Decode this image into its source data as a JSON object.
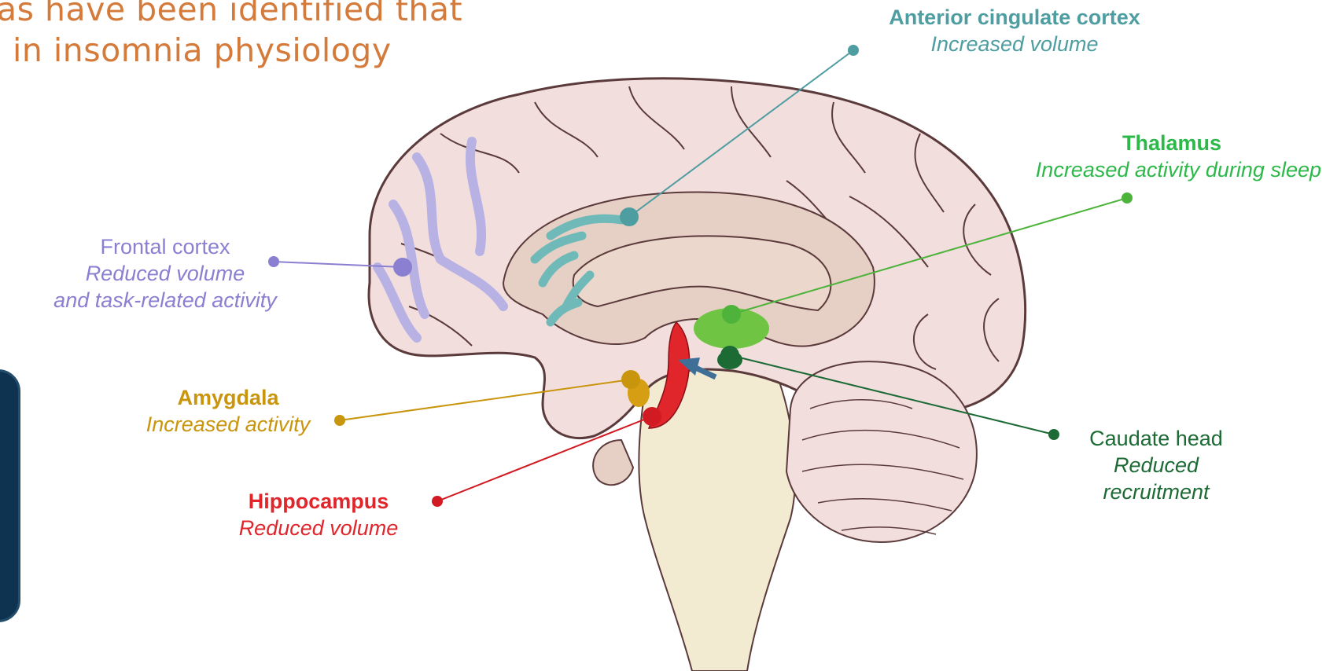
{
  "heading": {
    "line1": "as have been identified that",
    "line2": "in insomnia physiology",
    "color": "#d47a3a"
  },
  "regions": {
    "anterior_cingulate": {
      "name": "Anterior cingulate cortex",
      "desc": "Increased volume",
      "color": "#4e9da0"
    },
    "thalamus": {
      "name": "Thalamus",
      "desc": "Increased activity during sleep",
      "color": "#2db84a"
    },
    "frontal": {
      "name": "Frontal  cortex",
      "desc1": "Reduced volume",
      "desc2": "and task-related activity",
      "color": "#8a7fd0"
    },
    "amygdala": {
      "name": "Amygdala",
      "desc": "Increased activity",
      "color": "#c9950c"
    },
    "hippocampus": {
      "name": "Hippocampus",
      "desc": "Reduced volume",
      "color": "#e0252b"
    },
    "caudate": {
      "name": "Caudate head",
      "desc1": "Reduced",
      "desc2": "recruitment",
      "color": "#1c6b35"
    }
  },
  "colors": {
    "cortex_fill": "#f3dede",
    "cortex_stroke": "#5a3a3a",
    "inner_fill": "#e6cfc4",
    "brainstem_fill": "#f3ead2",
    "frontal_highlight": "#b7b2e3",
    "cingulate_highlight": "#6fbab8",
    "thalamus_highlight": "#6fc444",
    "caudate_highlight": "#1c6b35",
    "hippocampus_highlight": "#e0252b",
    "amygdala_highlight": "#d69e12",
    "arrow": "#3f6f96",
    "side_panel": "#0d3350"
  }
}
